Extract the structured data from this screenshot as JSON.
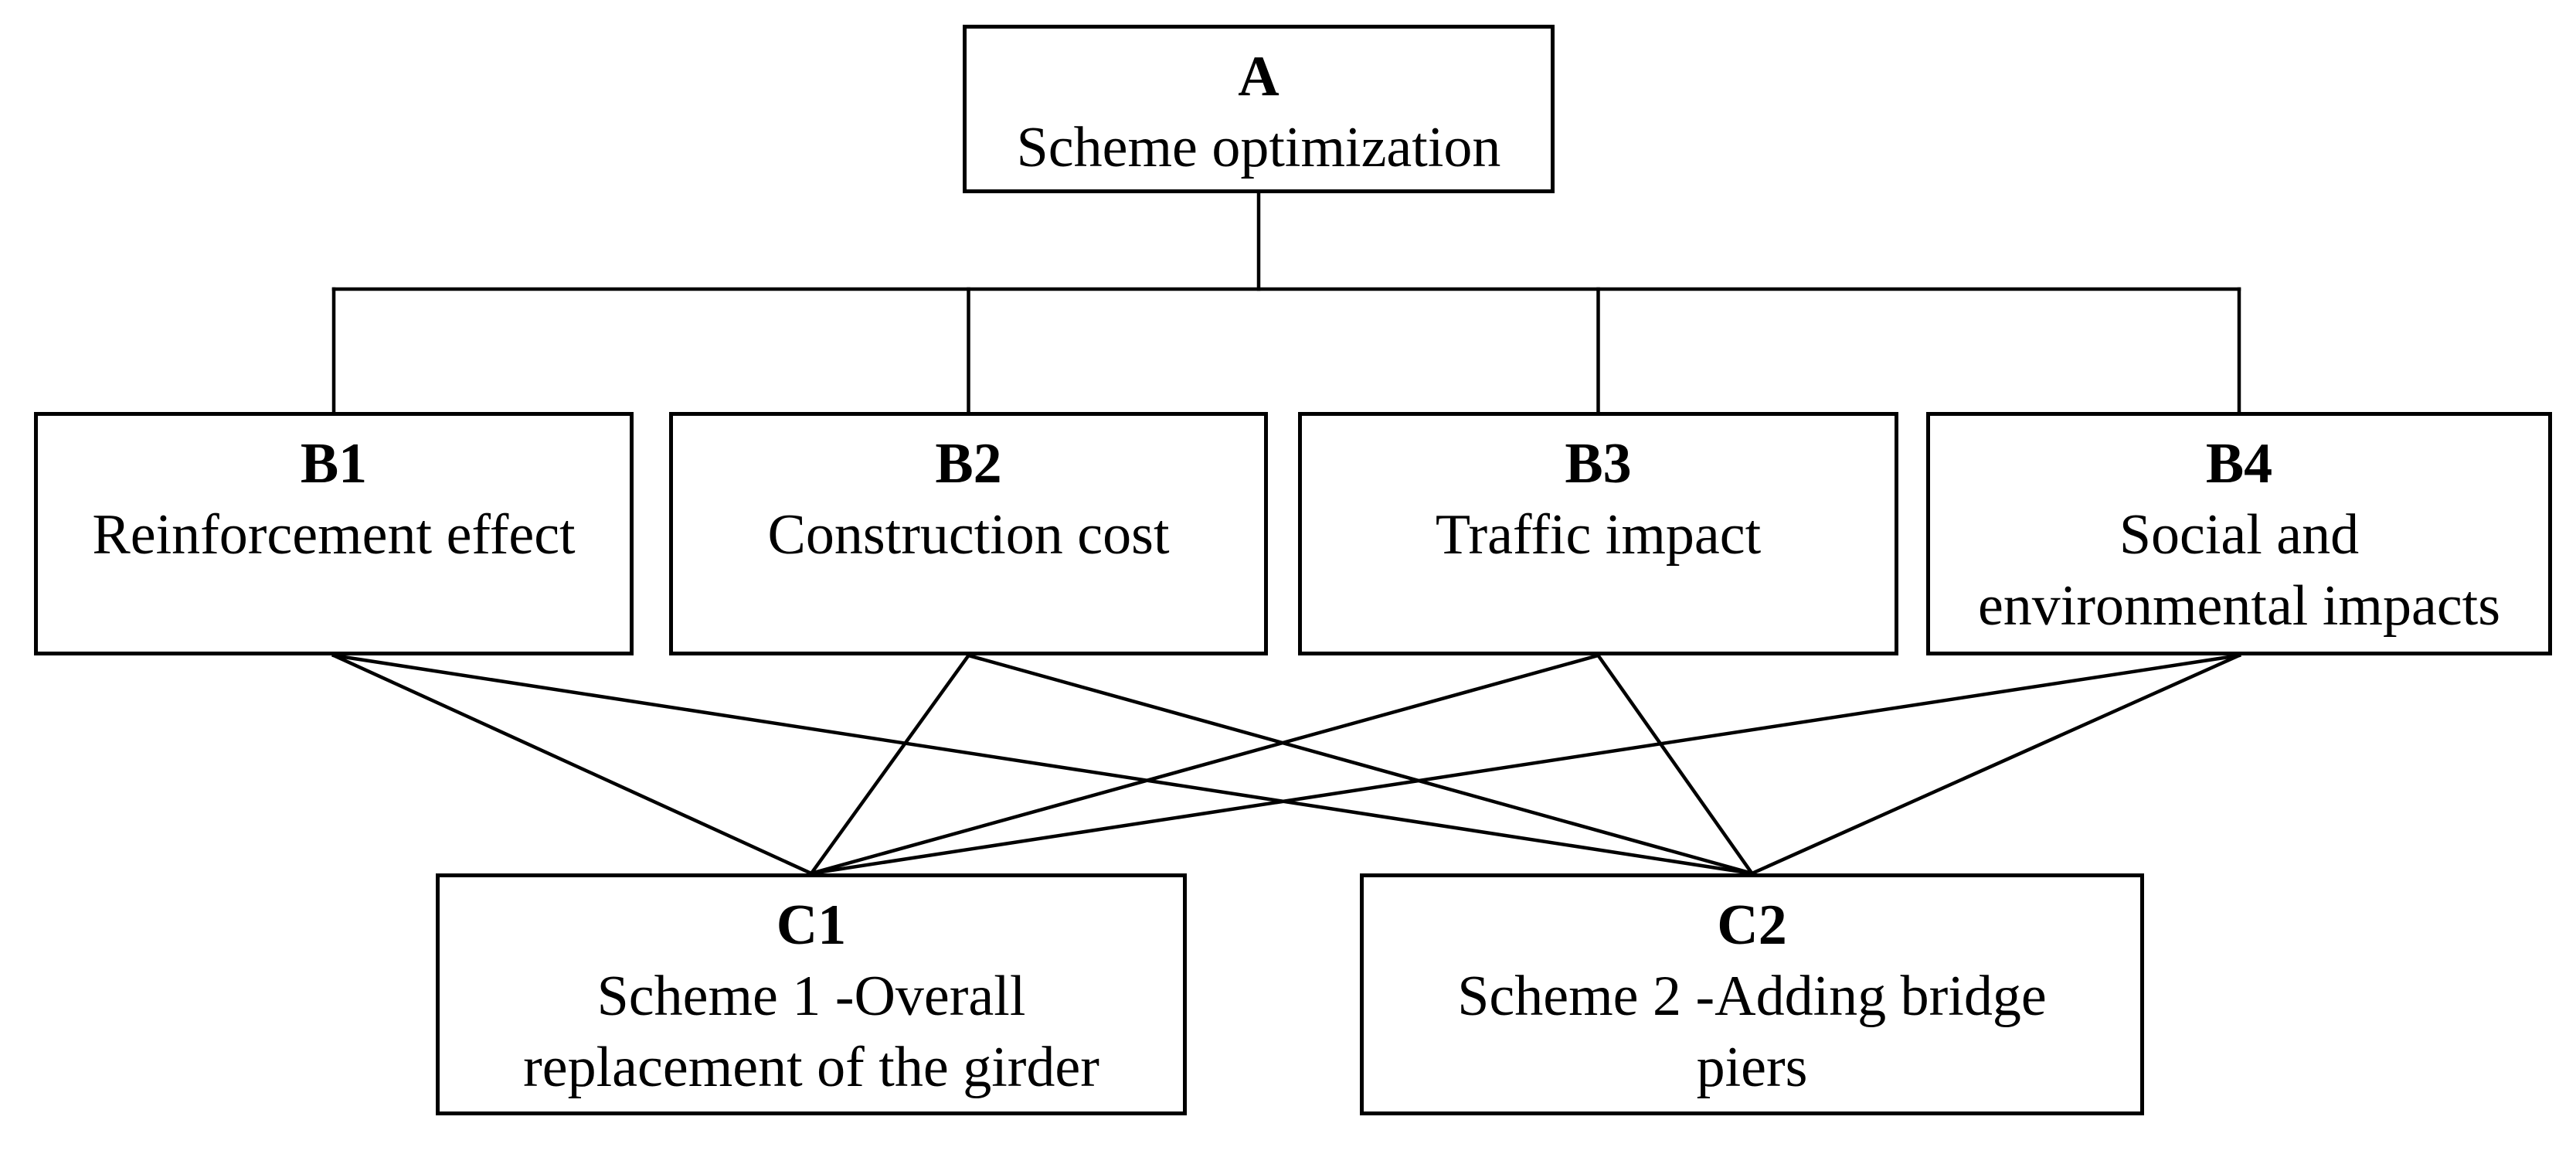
{
  "diagram": {
    "background": "#ffffff",
    "line_color": "#000000",
    "nodes": [
      {
        "id": "A",
        "code": "A",
        "lines": [
          "Scheme optimization"
        ]
      },
      {
        "id": "B1",
        "code": "B1",
        "lines": [
          "Reinforcement effect"
        ]
      },
      {
        "id": "B2",
        "code": "B2",
        "lines": [
          "Construction cost"
        ]
      },
      {
        "id": "B3",
        "code": "B3",
        "lines": [
          "Traffic impact"
        ]
      },
      {
        "id": "B4",
        "code": "B4",
        "lines": [
          "Social and",
          "environmental impacts"
        ]
      },
      {
        "id": "C1",
        "code": "C1",
        "lines": [
          "Scheme 1 -Overall",
          "replacement of the girder"
        ]
      },
      {
        "id": "C2",
        "code": "C2",
        "lines": [
          "Scheme 2 -Adding bridge",
          "piers"
        ]
      }
    ],
    "edges": {
      "bus": {
        "from": "A",
        "to": [
          "B1",
          "B2",
          "B3",
          "B4"
        ]
      },
      "direct": [
        {
          "from": "B1",
          "to": "C1"
        },
        {
          "from": "B1",
          "to": "C2"
        },
        {
          "from": "B2",
          "to": "C1"
        },
        {
          "from": "B2",
          "to": "C2"
        },
        {
          "from": "B3",
          "to": "C1"
        },
        {
          "from": "B3",
          "to": "C2"
        },
        {
          "from": "B4",
          "to": "C1"
        },
        {
          "from": "B4",
          "to": "C2"
        }
      ]
    }
  }
}
